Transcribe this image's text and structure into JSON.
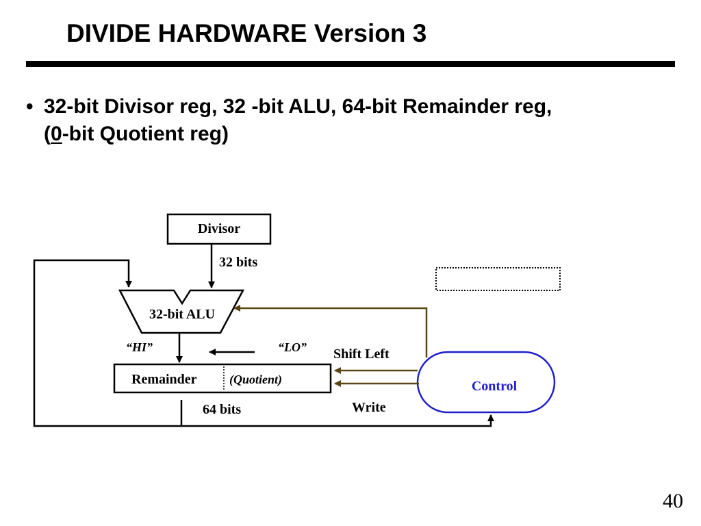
{
  "slide": {
    "title": "DIVIDE HARDWARE Version 3",
    "bullet_char": "•",
    "bullet_line1": "32-bit Divisor reg, 32 -bit ALU, 64-bit Remainder reg,",
    "bullet_line2_prefix": "(",
    "bullet_line2_zero": "0",
    "bullet_line2_suffix": "-bit Quotient reg)",
    "page_number": "40"
  },
  "diagram": {
    "divisor_label": "Divisor",
    "divisor_bits": "32 bits",
    "alu_label": "32-bit ALU",
    "hi_label": "“HI”",
    "lo_label": "“LO”",
    "remainder_label": "Remainder",
    "quotient_label": "(Quotient)",
    "remainder_bits": "64 bits",
    "shift_left_label": "Shift Left",
    "write_label": "Write",
    "control_label": "Control"
  },
  "colors": {
    "control_text": "#1f1fcc",
    "control_border": "#1f1fcc",
    "control_lines": "#5a4514"
  }
}
